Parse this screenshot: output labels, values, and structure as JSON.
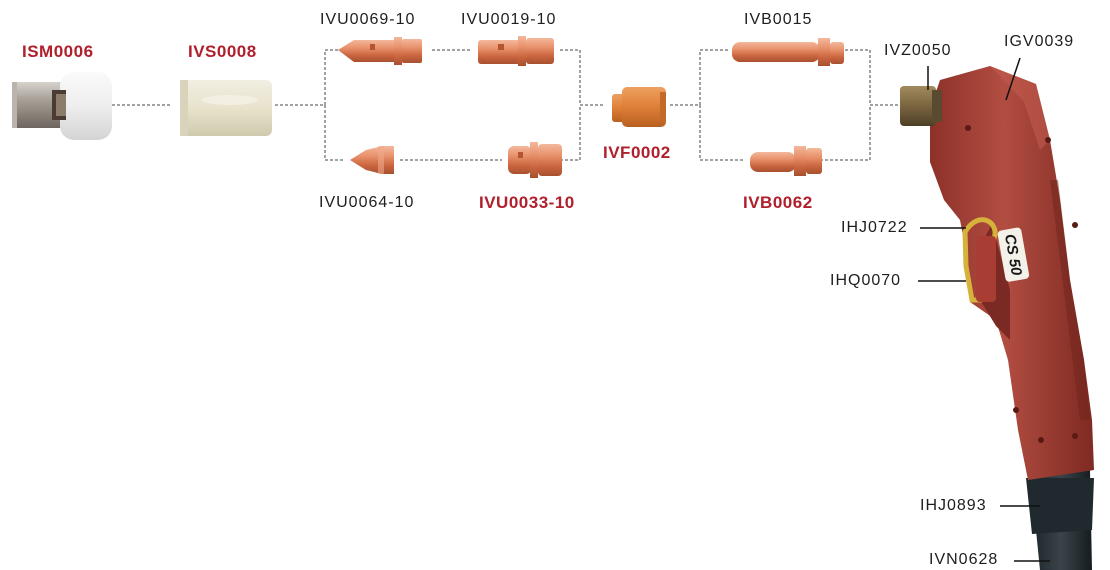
{
  "colors": {
    "highlight_label": "#b0202c",
    "normal_label": "#1e1e1e",
    "copper": "#e2835a",
    "torch_body": "#a8473c",
    "orange_part": "#e0823c",
    "ceramic": "#e6e2cf"
  },
  "parts": {
    "ism0006": {
      "code": "ISM0006"
    },
    "ivs0008": {
      "code": "IVS0008"
    },
    "ivu0069": {
      "code": "IVU0069-10"
    },
    "ivu0019": {
      "code": "IVU0019-10"
    },
    "ivu0064": {
      "code": "IVU0064-10"
    },
    "ivu0033": {
      "code": "IVU0033-10"
    },
    "ivf0002": {
      "code": "IVF0002"
    },
    "ivb0015": {
      "code": "IVB0015"
    },
    "ivb0062": {
      "code": "IVB0062"
    },
    "ivz0050": {
      "code": "IVZ0050"
    },
    "igv0039": {
      "code": "IGV0039"
    },
    "ihj0722": {
      "code": "IHJ0722"
    },
    "ihq0070": {
      "code": "IHQ0070"
    },
    "ihj0893": {
      "code": "IHJ0893"
    },
    "ivn0628": {
      "code": "IVN0628"
    }
  },
  "torch_marking": "CS 50"
}
